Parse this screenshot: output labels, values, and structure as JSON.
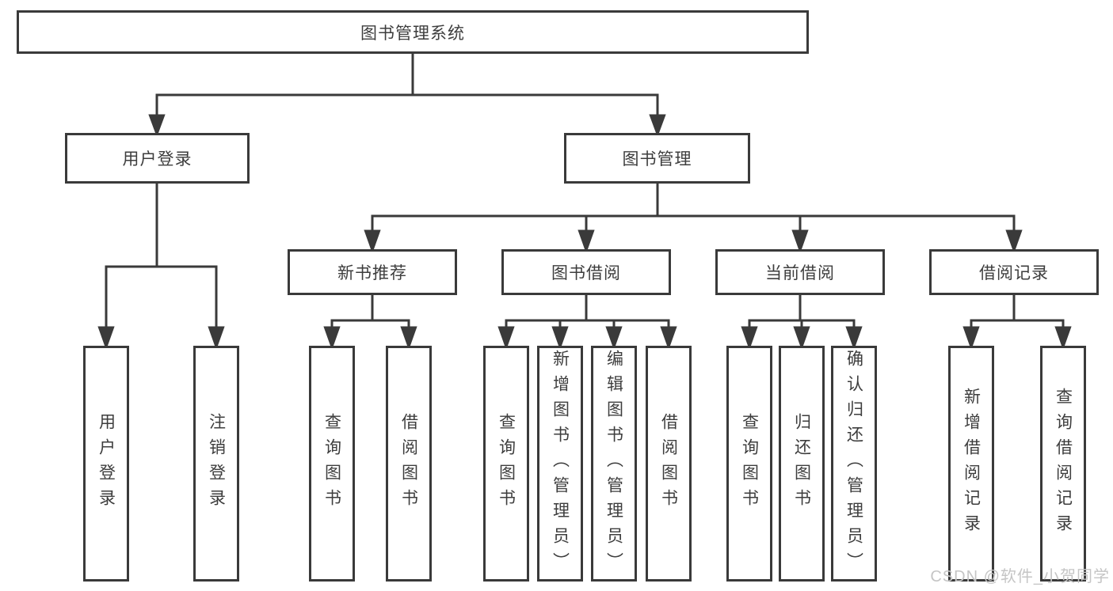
{
  "diagram": {
    "root": "图书管理系统",
    "level2": {
      "user_login": "用户登录",
      "book_management": "图书管理"
    },
    "level3": {
      "new_book_recommend": "新书推荐",
      "book_borrow": "图书借阅",
      "current_borrow": "当前借阅",
      "borrow_records": "借阅记录"
    },
    "leaves": {
      "user_login": [
        "用户登录",
        "注销登录"
      ],
      "new_book_recommend": [
        "查询图书",
        "借阅图书"
      ],
      "book_borrow": [
        "查询图书",
        "新增图书（管理员）",
        "编辑图书（管理员）",
        "借阅图书"
      ],
      "current_borrow": [
        "查询图书",
        "归还图书",
        "确认归还（管理员）"
      ],
      "borrow_records": [
        "新增借阅记录",
        "查询借阅记录"
      ]
    }
  },
  "watermark": "CSDN @软件_小贺同学",
  "colors": {
    "line": "#3a3a3a",
    "text": "#3d3d3d",
    "background": "#ffffff",
    "watermark": "#c5c5c5"
  }
}
